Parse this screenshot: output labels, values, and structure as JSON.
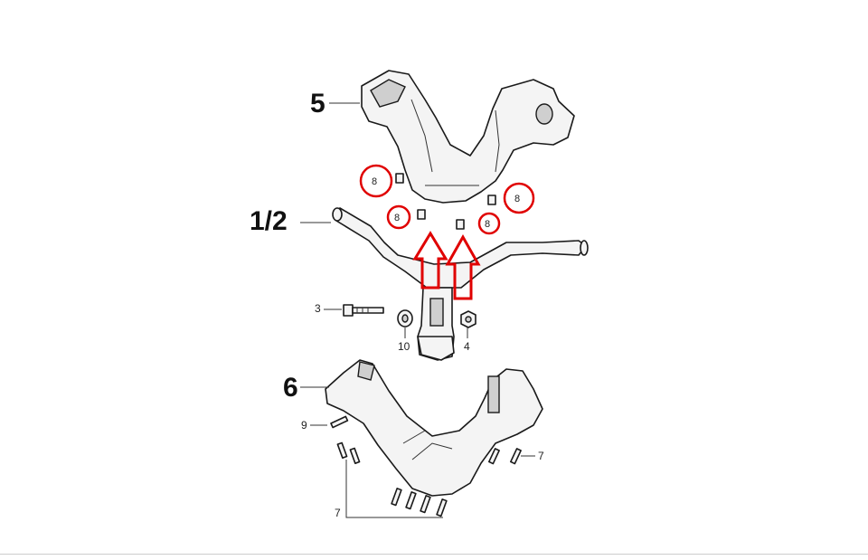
{
  "labels": {
    "part_5": "5",
    "part_1_2": "1/2",
    "part_6": "6",
    "part_3": "3",
    "part_10": "10",
    "part_4": "4",
    "part_9": "9",
    "part_7_right": "7",
    "part_7_bottom": "7",
    "part_8_a": "8",
    "part_8_b": "8",
    "part_8_c": "8",
    "part_8_d": "8"
  },
  "colors": {
    "highlight": "#e00000",
    "outline": "#1a1a1a",
    "fill": "#f4f4f4"
  }
}
